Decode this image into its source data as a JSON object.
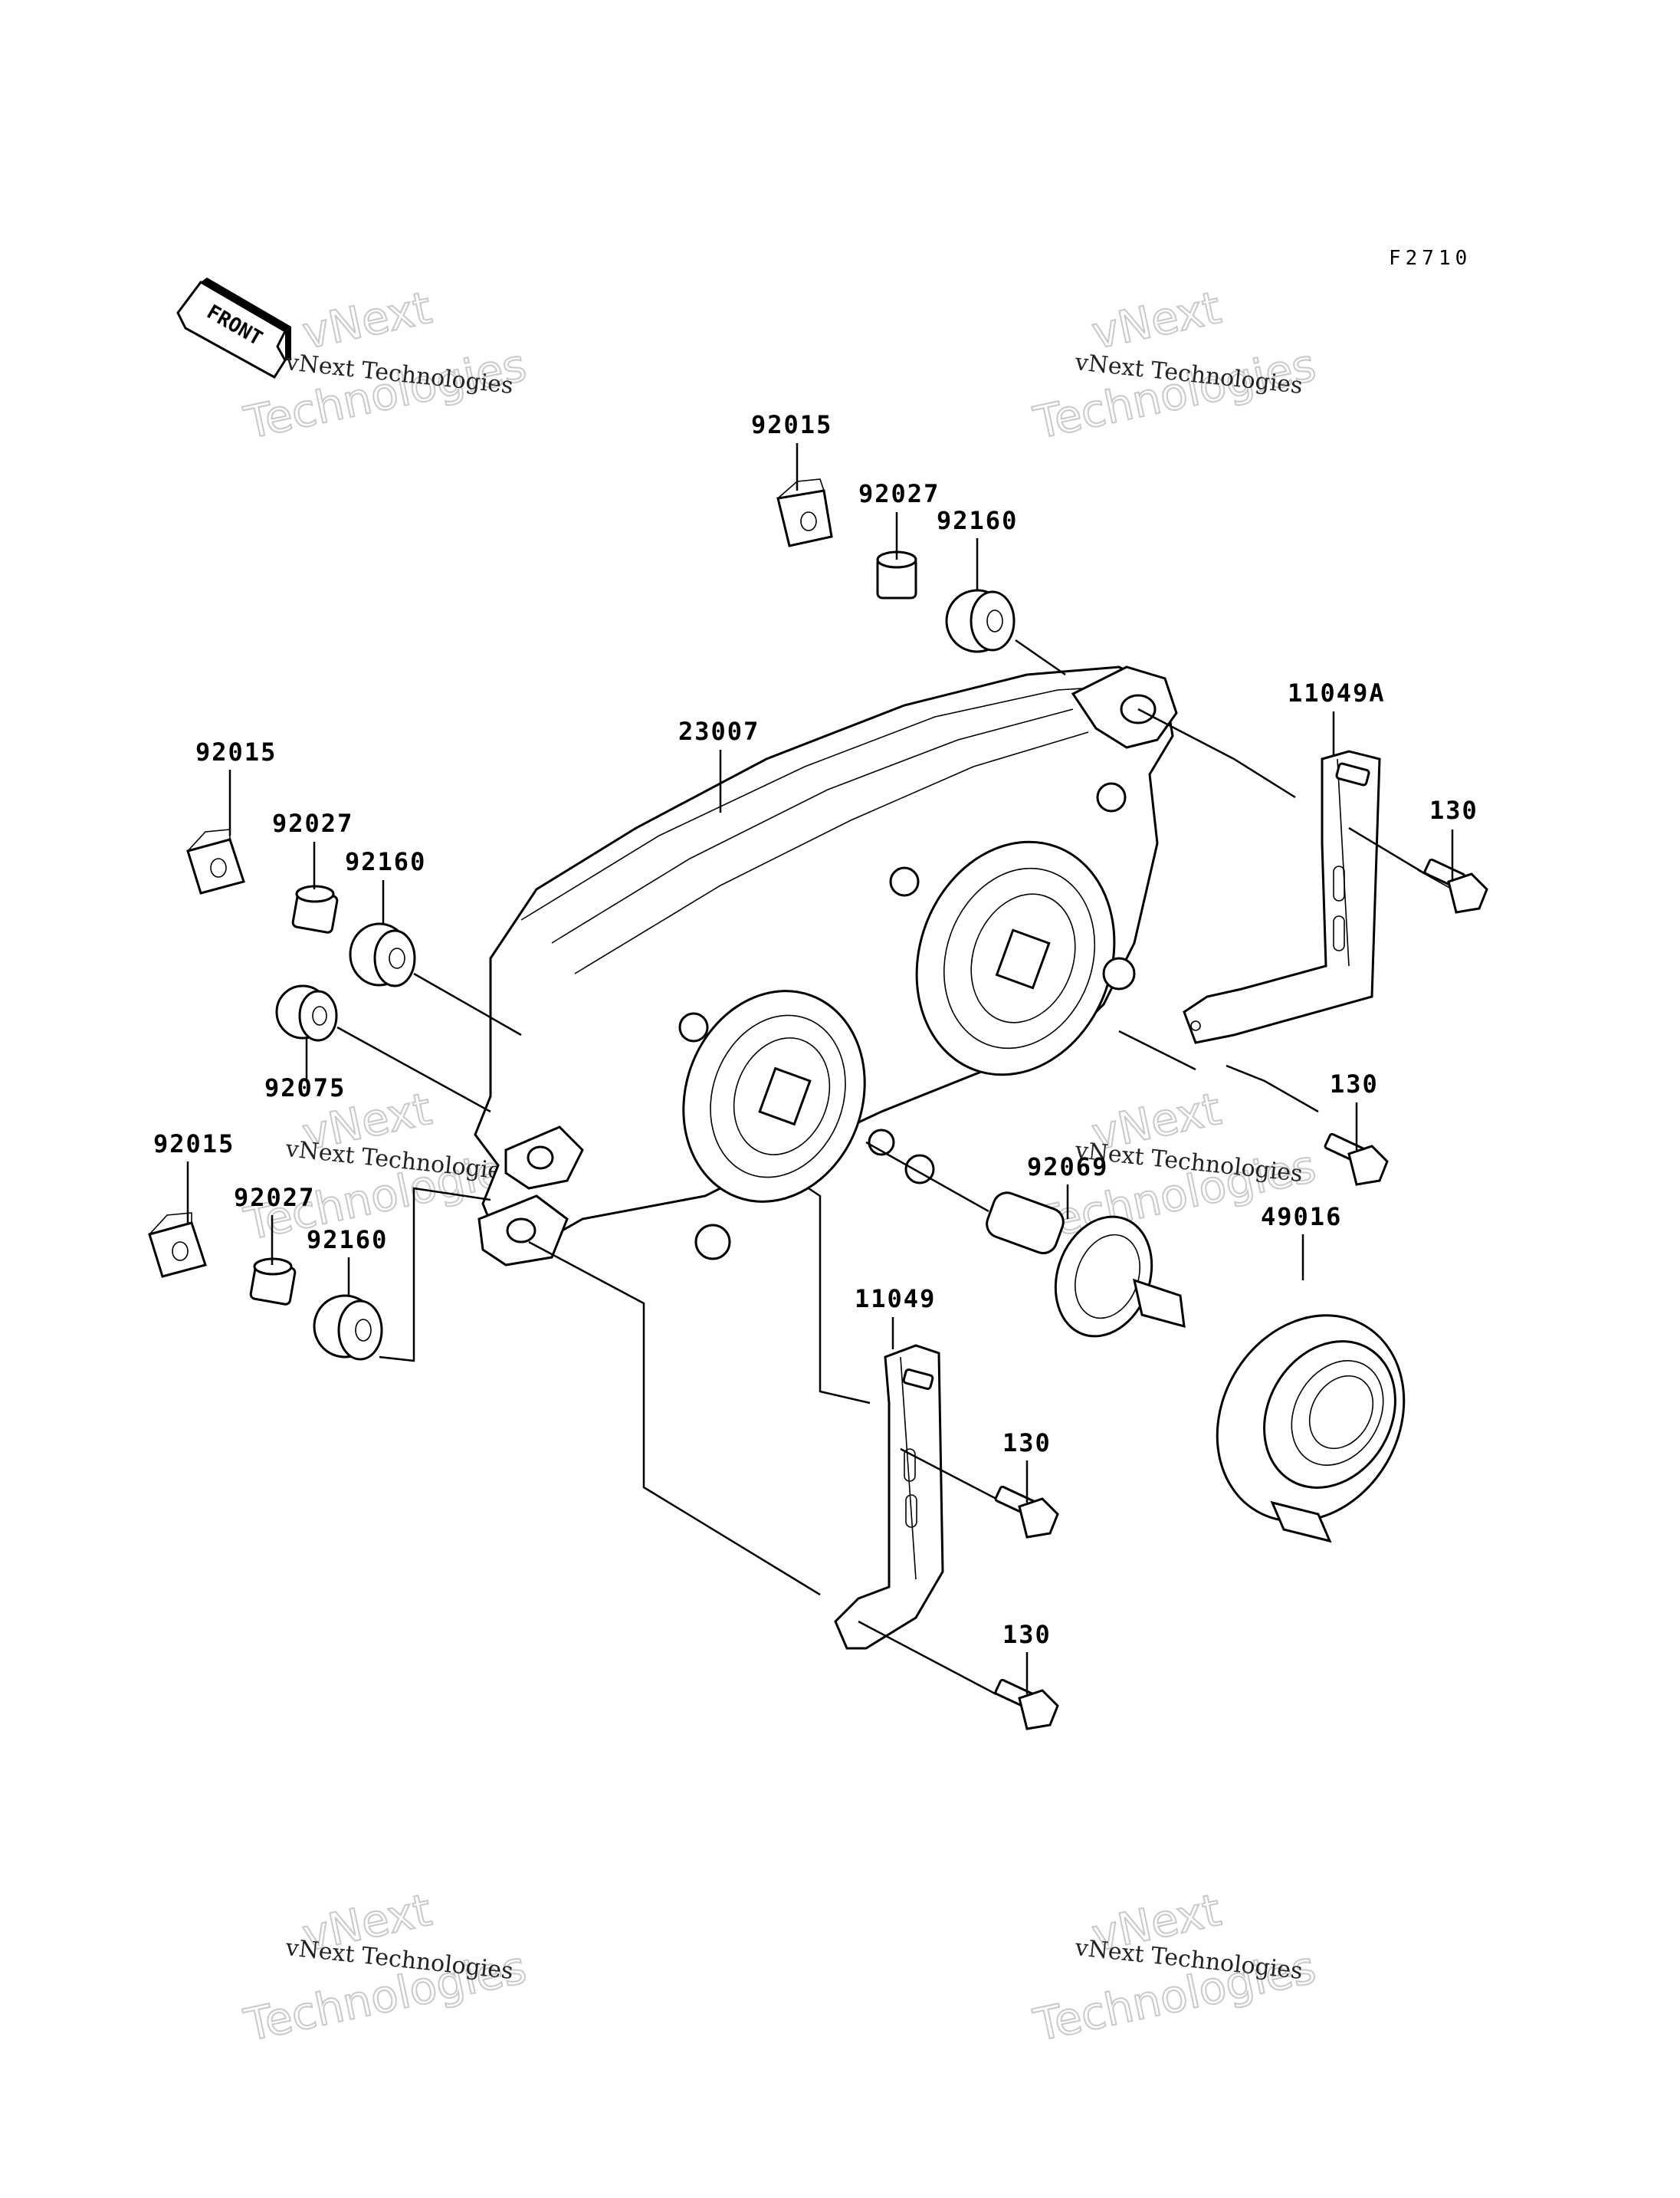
{
  "diagram_code": "F2710",
  "front_marker": "FRONT",
  "watermark": {
    "small": "vNext Technologies",
    "big_line1": "vNext",
    "big_line2": "Technologies"
  },
  "callouts": [
    {
      "id": "c-92015-top",
      "label": "92015"
    },
    {
      "id": "c-92027-top",
      "label": "92027"
    },
    {
      "id": "c-92160-top",
      "label": "92160"
    },
    {
      "id": "c-23007",
      "label": "23007"
    },
    {
      "id": "c-11049a",
      "label": "11049A"
    },
    {
      "id": "c-130-a",
      "label": "130"
    },
    {
      "id": "c-92015-left",
      "label": "92015"
    },
    {
      "id": "c-92027-left",
      "label": "92027"
    },
    {
      "id": "c-92160-left",
      "label": "92160"
    },
    {
      "id": "c-92075",
      "label": "92075"
    },
    {
      "id": "c-130-b",
      "label": "130"
    },
    {
      "id": "c-92015-low",
      "label": "92015"
    },
    {
      "id": "c-92027-low",
      "label": "92027"
    },
    {
      "id": "c-92160-low",
      "label": "92160"
    },
    {
      "id": "c-92069",
      "label": "92069"
    },
    {
      "id": "c-49016",
      "label": "49016"
    },
    {
      "id": "c-11049",
      "label": "11049"
    },
    {
      "id": "c-130-c",
      "label": "130"
    },
    {
      "id": "c-130-d",
      "label": "130"
    }
  ]
}
